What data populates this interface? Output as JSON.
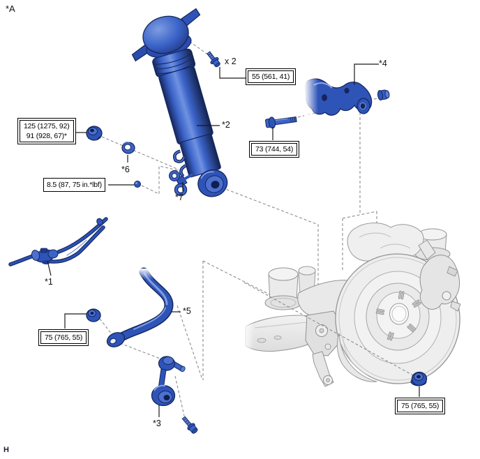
{
  "figure": {
    "view_label": "*A",
    "footer_label": "H",
    "quantity_note": "x 2"
  },
  "parts": {
    "p1": {
      "label": "*1",
      "name": "speed-sensor-wire-harness"
    },
    "p2": {
      "label": "*2",
      "name": "rear-shock-absorber"
    },
    "p3": {
      "label": "*3",
      "name": "stabilizer-link"
    },
    "p4": {
      "label": "*4",
      "name": "upper-control-arm"
    },
    "p5": {
      "label": "*5",
      "name": "stabilizer-bar"
    },
    "p6": {
      "label": "*6",
      "name": "washer"
    },
    "p7": {
      "label": "*7",
      "name": "shock-lower-bracket"
    }
  },
  "torques": {
    "shock_upper_nut": {
      "line1": "125 (1275, 92)",
      "line2": "91 (928, 67)*"
    },
    "bracket_screw": {
      "line1": "8.5 (87, 75 in.*lbf)"
    },
    "shock_upper_bolt": {
      "line1": "55 (561, 41)"
    },
    "upper_arm_bolt": {
      "line1": "73 (744, 54)"
    },
    "stabilizer_bar_nut": {
      "line1": "75 (765, 55)"
    },
    "arm_to_hub_nut": {
      "line1": "75 (765, 55)"
    }
  },
  "colors": {
    "part_blue": "#2f54b8",
    "part_blue_light": "#4c70cf",
    "part_blue_dark": "#14265e",
    "highlight_blue": "#7d9ce0",
    "reference_gray_fill": "#ececec",
    "reference_gray_line": "#949494",
    "dashed_line": "#8c8c8c",
    "callout_border": "#000000"
  }
}
